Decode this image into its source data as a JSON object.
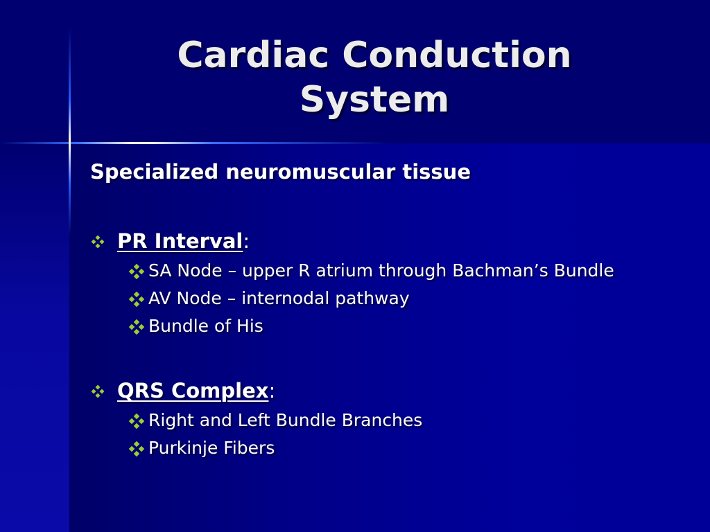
{
  "slide": {
    "title": "Cardiac Conduction System",
    "title_line1": "Cardiac Conduction",
    "title_line2": "System",
    "lead_text": "Specialized neuromuscular tissue",
    "sections": [
      {
        "heading": "PR Interval",
        "suffix": ":",
        "items": [
          "SA Node – upper R atrium through Bachman’s Bundle",
          "AV Node – internodal pathway",
          "Bundle of His"
        ]
      },
      {
        "heading": "QRS Complex",
        "suffix": ":",
        "items": [
          "Right and Left Bundle Branches",
          "Purkinje Fibers"
        ]
      }
    ]
  },
  "colors": {
    "background_dark": "#000070",
    "background_panel": "#000098",
    "title_text": "#ececec",
    "body_text": "#ffffff",
    "bullet": "#9acd32",
    "accent_line": "#3a6cff"
  },
  "icons": {
    "bullet": "four-diamond-bullet-icon"
  }
}
